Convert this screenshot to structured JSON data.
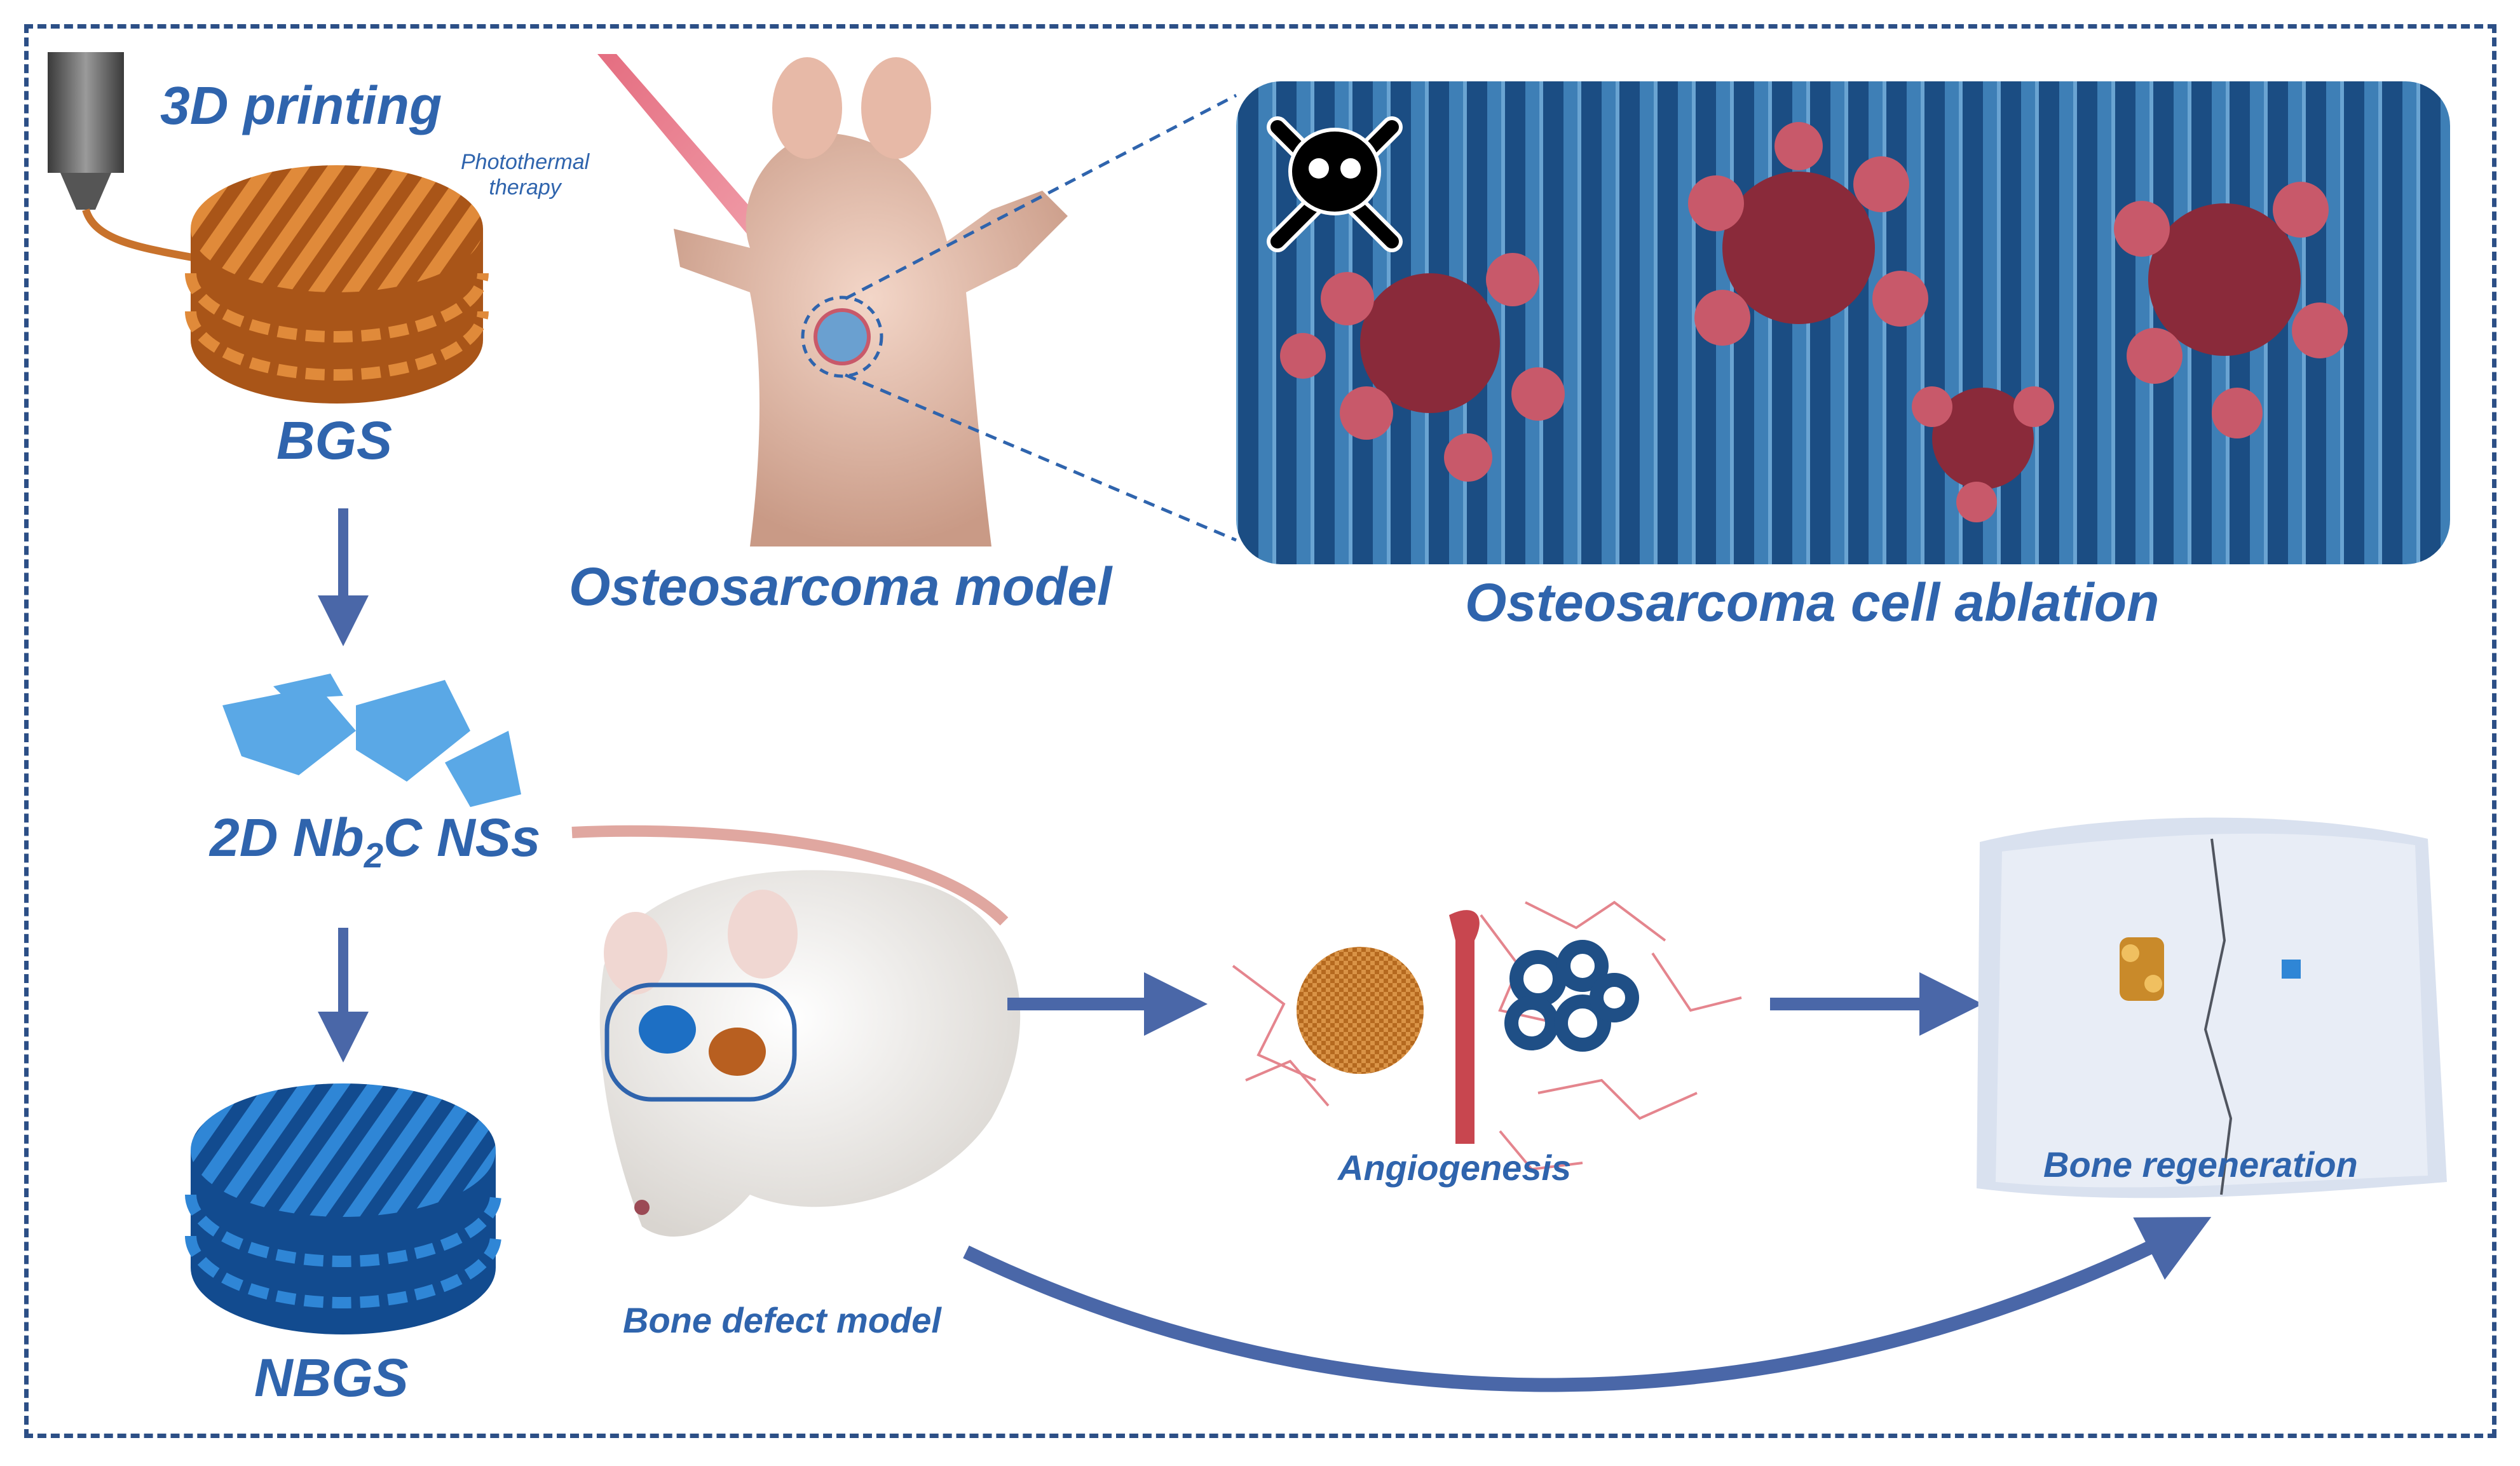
{
  "colors": {
    "frame": "#2c4f86",
    "label": "#2f64ad",
    "arrow": "#4a67a8",
    "scaffold_orange": "#c8722c",
    "scaffold_blue": "#1f6fc1",
    "ablation_bg": "#1d4f86",
    "cell_red": "#c8596a"
  },
  "labels": {
    "printing": "3D printing",
    "photothermal_line1": "Photothermal",
    "photothermal_line2": "therapy",
    "bgs": "BGS",
    "osteosarcoma_model": "Osteosarcoma model",
    "cell_ablation": "Osteosarcoma cell ablation",
    "nb2c_prefix": "2D Nb",
    "nb2c_sub": "2",
    "nb2c_suffix": "C NSs",
    "nbgs": "NBGS",
    "bone_defect_model": "Bone defect model",
    "angiogenesis": "Angiogenesis",
    "bone_regeneration": "Bone regeneration"
  },
  "icons": [
    "skull-crossbones-icon",
    "printer-nozzle-icon",
    "laser-beam-icon"
  ]
}
